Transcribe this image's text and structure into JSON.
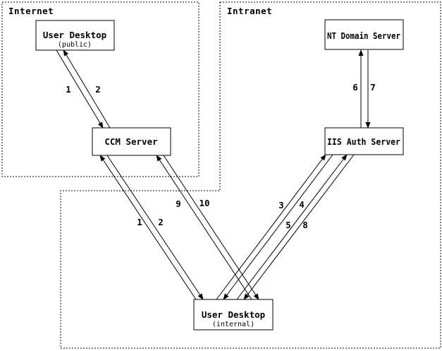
{
  "diagram": {
    "background_color": "#ffffff",
    "line_color": "#000000",
    "zones": {
      "internet": {
        "label": "Internet"
      },
      "intranet": {
        "label": "Intranet"
      }
    },
    "nodes": {
      "user_desktop_public": {
        "title": "User Desktop",
        "subtitle": "(public)"
      },
      "nt_domain_server": {
        "title": "NT Domain Server"
      },
      "ccm_server": {
        "title": "CCM Server"
      },
      "iis_auth_server": {
        "title": "IIS Auth Server"
      },
      "user_desktop_internal": {
        "title": "User Desktop",
        "subtitle": "(internal)"
      }
    },
    "flow_labels": {
      "s1": "1",
      "s2": "2",
      "s3": "3",
      "s4": "4",
      "s5": "5",
      "s6": "6",
      "s7": "7",
      "s8": "8",
      "s9": "9",
      "s10": "10"
    }
  }
}
